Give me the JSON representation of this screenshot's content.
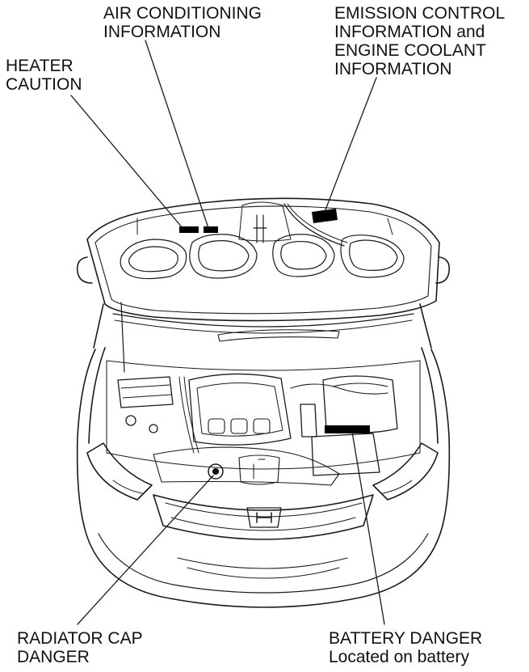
{
  "labels": {
    "air_conditioning": [
      "AIR CONDITIONING",
      "INFORMATION"
    ],
    "heater": [
      "HEATER",
      "CAUTION"
    ],
    "emission": [
      "EMISSION CONTROL",
      "INFORMATION and",
      "ENGINE COOLANT",
      "INFORMATION"
    ],
    "radiator": [
      "RADIATOR CAP",
      "DANGER"
    ],
    "battery": [
      "BATTERY DANGER",
      "Located on battery"
    ]
  },
  "colors": {
    "line": "#1a1a1a",
    "label_mark": "#000000",
    "background": "#ffffff"
  }
}
